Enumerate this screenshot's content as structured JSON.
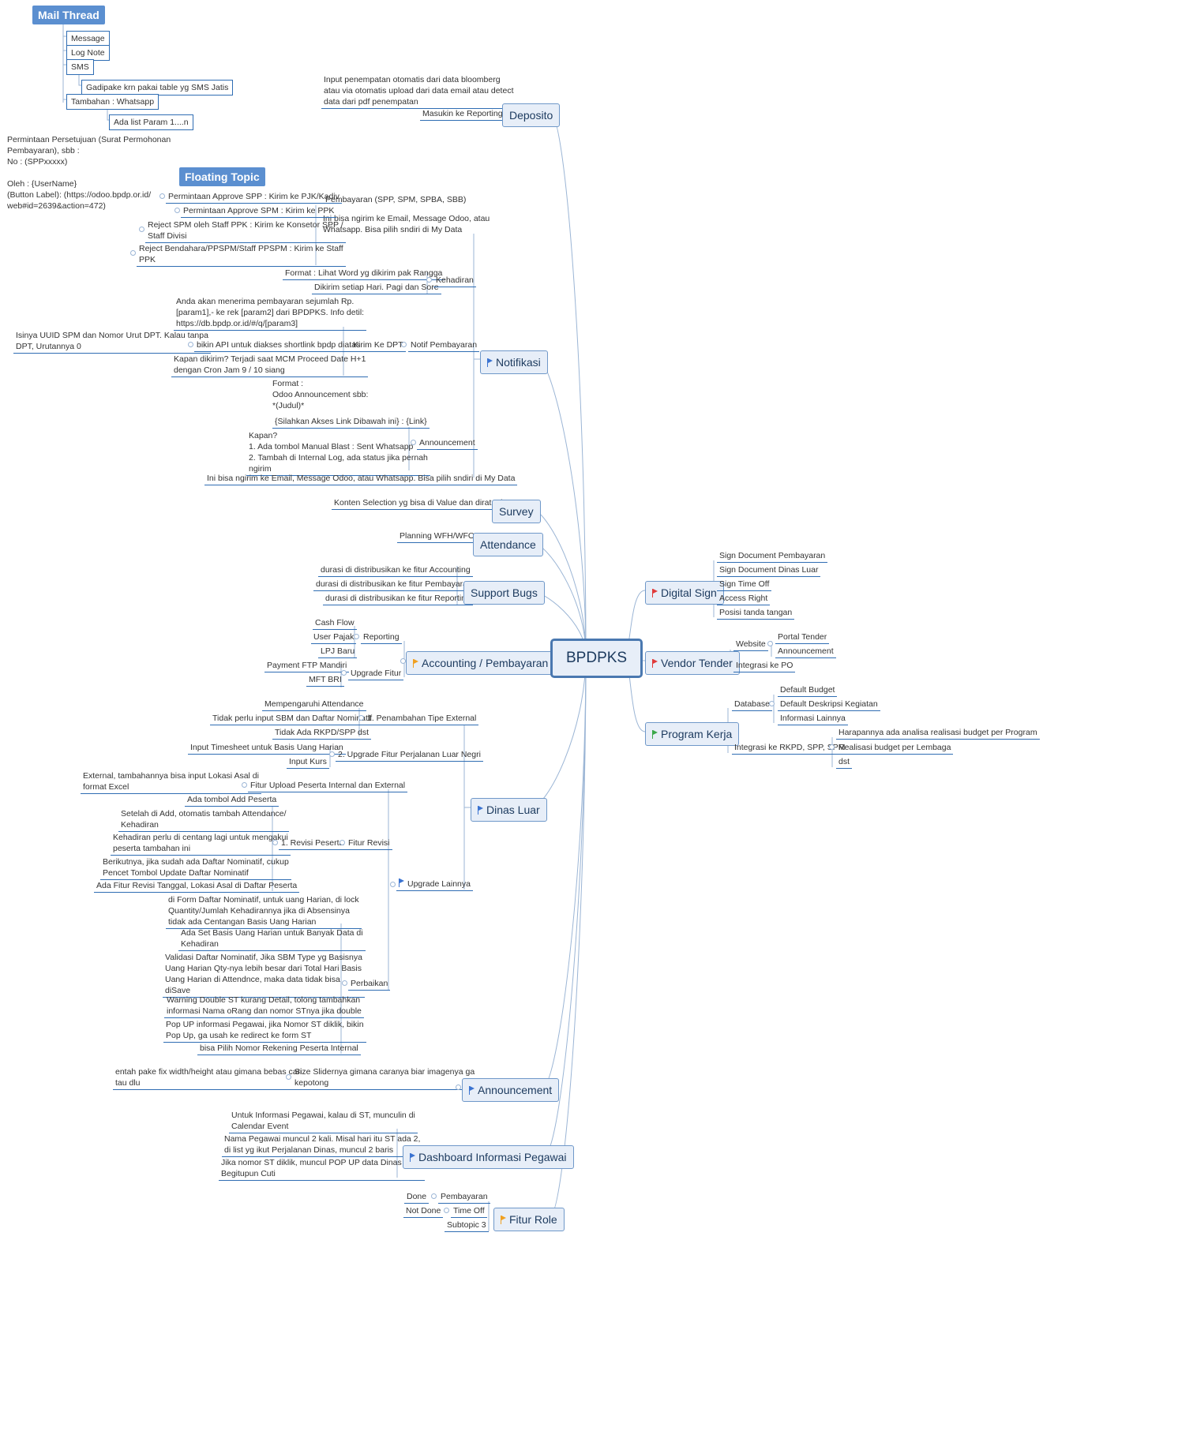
{
  "colors": {
    "line": "#9bb5d5",
    "underline": "#2f6db3",
    "flag_red": "#e03a3a",
    "flag_blue": "#3a73d1",
    "flag_orange": "#f0a020",
    "flag_green": "#3aa84a",
    "floating_bg": "#5b8fd0"
  },
  "central": "BPDPKS",
  "floating": {
    "mail": {
      "title": "Mail Thread",
      "items": [
        "Message",
        "Log Note",
        "SMS",
        "Gadipake krn pakai table yg SMS Jatis",
        "Tambahan : Whatsapp",
        "Ada list Param 1....n"
      ]
    },
    "topic": {
      "title": "Floating Topic"
    },
    "note": "Permintaan Persetujuan (Surat Permohonan\nPembayaran), sbb :\nNo : (SPPxxxxx)\n\nOleh : {UserName}\n(Button Label): (https://odoo.bpdp.or.id/\nweb#id=2639&action=472)"
  },
  "deposito": {
    "title": "Deposito",
    "items": [
      "Input penempatan otomatis dari data bloomberg\natau via otomatis upload dari data email atau detect\ndata dari pdf penempatan",
      "Masukin ke Reporting"
    ]
  },
  "notifikasi": {
    "title": "Notifikasi",
    "pembayaran_title": "Pembayaran (SPP, SPM, SPBA, SBB)",
    "pembayaran_note": "Ini bisa ngirim ke Email, Message Odoo, atau\nWhatsapp. Bisa pilih sndiri di My Data",
    "pembayaran_items": [
      "Permintaan Approve SPP : Kirim ke PJK/Kadiv",
      "Permintaan Approve SPM : Kirim ke PPK",
      "Reject SPM oleh Staff PPK : Kirim ke Konsetor SPP /\nStaff Divisi",
      "Reject Bendahara/PPSPM/Staff PPSPM : Kirim ke Staff\nPPK"
    ],
    "kehadiran": "Kehadiran",
    "kehadiran_items": [
      "Format :  Lihat Word yg dikirim pak Rangga",
      "Dikirim setiap Hari. Pagi dan Sore"
    ],
    "notif_pembayaran": "Notif Pembayaran",
    "kirim_dpt": "Kirim Ke DPT",
    "dpt_items": [
      "Anda akan menerima pembayaran sejumlah Rp.\n[param1],- ke rek [param2] dari BPDPKS. Info detil:\nhttps://db.bpdp.or.id/#/q/[param3]",
      "bikin API untuk diakses shortlink bpdp diatas",
      "Kapan dikirim? Terjadi saat MCM Proceed Date H+1\ndengan Cron Jam 9 / 10 siang"
    ],
    "uuid_note": "Isinya UUID SPM dan Nomor Urut DPT. Kalau tanpa\nDPT, Urutannya 0",
    "announcement": "Announcement",
    "ann_items": [
      "Format :\nOdoo Announcement sbb:\n*(Judul)*",
      "{Silahkan Akses Link Dibawah ini} : {Link}",
      "Kapan?\n1. Ada tombol Manual Blast : Sent Whatsapp\n2. Tambah di Internal Log, ada status jika pernah\nngirim",
      "Ini bisa ngirim ke Email, Message Odoo, atau Whatsapp. Bisa pilih sndiri di My Data"
    ]
  },
  "survey": {
    "title": "Survey",
    "items": [
      "Konten Selection yg bisa di Value dan dirata2in"
    ]
  },
  "attendance": {
    "title": "Attendance",
    "items": [
      "Planning WFH/WFO"
    ]
  },
  "support_bugs": {
    "title": "Support Bugs",
    "items": [
      "durasi di distribusikan ke fitur Accounting",
      "durasi di distribusikan ke fitur Pembayaran",
      "durasi di distribusikan ke fitur Reporting"
    ]
  },
  "accounting": {
    "title": "Accounting / Pembayaran",
    "reporting": "Reporting",
    "reporting_items": [
      "Cash Flow",
      "User Pajak",
      "LPJ Baru"
    ],
    "upgrade": "Upgrade Fitur",
    "upgrade_items": [
      "Payment FTP Mandiri",
      "MFT BRI"
    ]
  },
  "dinas": {
    "title": "Dinas Luar",
    "tipe": "1. Penambahan Tipe External",
    "tipe_items": [
      "Mempengaruhi Attendance",
      "Tidak perlu input SBM dan Daftar Nominatif",
      "Tidak Ada RKPD/SPP dst"
    ],
    "luar": "2. Upgrade Fitur Perjalanan Luar Negri",
    "luar_items": [
      "Input Timesheet untuk Basis Uang Harian",
      "Input Kurs"
    ],
    "upgrade_lain": "Upgrade Lainnya",
    "fitur_upload": "Fitur Upload Peserta Internal dan External",
    "upload_note": "External, tambahannya bisa input Lokasi Asal di\nformat Excel",
    "fitur_revisi": "Fitur Revisi",
    "revisi_peserta": "1. Revisi Peserta",
    "revisi_items": [
      "Ada tombol Add Peserta",
      "Setelah di Add, otomatis tambah Attendance/\nKehadiran",
      "Kehadiran perlu di centang lagi untuk mengakui\npeserta tambahan ini",
      "Berikutnya, jika sudah ada Daftar Nominatif, cukup\nPencet Tombol Update Daftar Nominatif",
      "Ada Fitur Revisi Tanggal, Lokasi Asal di Daftar Peserta"
    ],
    "perbaikan": "Perbaikan",
    "perbaikan_items": [
      "di Form Daftar Nominatif, untuk uang Harian, di lock\nQuantity/Jumlah Kehadirannya jika di Absensinya\ntidak ada Centangan Basis Uang Harian",
      "Ada Set Basis Uang Harian untuk Banyak Data di\nKehadiran",
      "Validasi Daftar Nominatif, Jika SBM Type yg Basisnya\nUang Harian Qty-nya  lebih besar dari Total Hari Basis\nUang Harian di Attendnce, maka data tidak bisa\ndiSave",
      "Warning Double ST kurang Detail, tolong tambahkan\ninformasi Nama oRang dan nomor STnya jika double",
      "Pop UP informasi Pegawai, jika Nomor ST diklik, bikin\nPop Up, ga usah ke redirect ke form ST",
      "bisa Pilih Nomor Rekening Peserta Internal"
    ]
  },
  "announcement": {
    "title": "Announcement",
    "item": "Size Slidernya gimana caranya biar imagenya ga\nkepotong",
    "note": "entah pake fix width/height atau gimana bebas cari\ntau dlu"
  },
  "dashboard": {
    "title": "Dashboard Informasi Pegawai",
    "items": [
      "Untuk Informasi Pegawai, kalau di ST, munculin di\nCalendar Event",
      "Nama Pegawai muncul 2 kali. Misal hari itu ST ada 2,\ndi list yg ikut Perjalanan Dinas, muncul 2 baris",
      "Jika nomor ST diklik, muncul POP UP data Dinas Luar.\nBegitupun Cuti"
    ]
  },
  "fitur_role": {
    "title": "Fitur Role",
    "items": [
      "Pembayaran",
      "Time Off",
      "Subtopic 3"
    ],
    "status": [
      "Done",
      "Not Done"
    ]
  },
  "digital_sign": {
    "title": "Digital Sign",
    "items": [
      "Sign Document Pembayaran",
      "Sign Document Dinas Luar",
      "Sign Time Off",
      "Access Right",
      "Posisi tanda tangan"
    ]
  },
  "vendor": {
    "title": "Vendor Tender",
    "website": "Website",
    "website_items": [
      "Portal Tender",
      "Announcement"
    ],
    "po": "Integrasi ke PO"
  },
  "program": {
    "title": "Program Kerja",
    "database": "Database",
    "db_items": [
      "Default Budget",
      "Default Deskripsi Kegiatan",
      "Informasi Lainnya"
    ],
    "rkpd": "Integrasi ke RKPD, SPP, SPM",
    "rkpd_items": [
      "Harapannya ada analisa realisasi budget per Program",
      "Realisasi budget per Lembaga",
      "dst"
    ]
  }
}
